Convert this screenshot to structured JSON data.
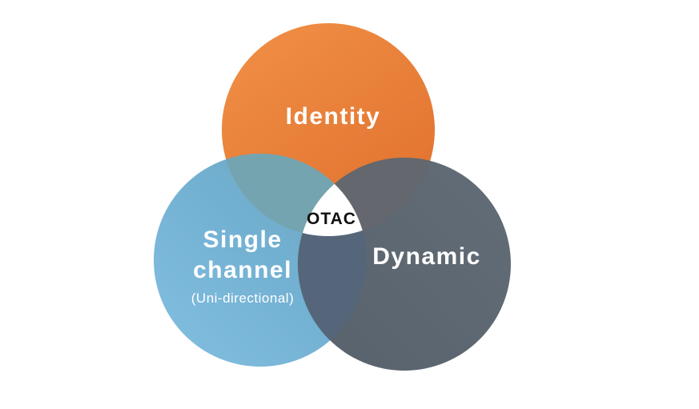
{
  "diagram": {
    "type": "venn",
    "circle_count": 3,
    "top_circle": {
      "label": "Identity",
      "color": "#E8823C"
    },
    "left_circle": {
      "label_line1": "Single",
      "label_line2": "channel",
      "sublabel": "(Uni-directional)",
      "color": "#74B4D6"
    },
    "right_circle": {
      "label": "Dynamic",
      "color": "#5B6570"
    },
    "center": {
      "label": "OTAC",
      "background": "#FFFFFF",
      "text_color": "#111111"
    },
    "overlap_colors": {
      "identity_single": "#74A4B0",
      "identity_dynamic": "#64676D",
      "single_dynamic": "#56667A"
    },
    "label_text_color": "#FFFFFF",
    "background_color": "#FFFFFF"
  }
}
